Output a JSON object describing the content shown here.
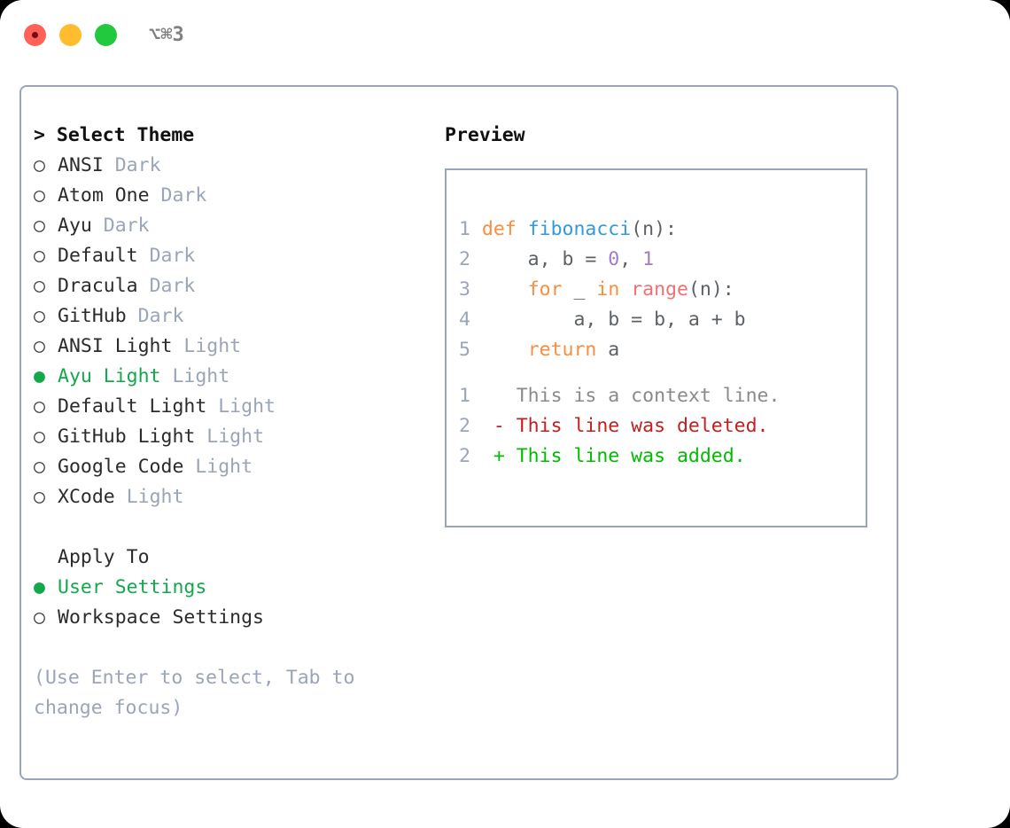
{
  "window": {
    "title": "⌥⌘3",
    "traffic_lights": [
      {
        "name": "close",
        "color": "#ff6159"
      },
      {
        "name": "minimize",
        "color": "#ffbd2e"
      },
      {
        "name": "maximize",
        "color": "#22c93e"
      }
    ]
  },
  "theme_picker": {
    "header": "> Select Theme",
    "marker_selected": "●",
    "marker_unselected": "○",
    "items": [
      {
        "marker": "○",
        "name": "ANSI",
        "variant": "Dark",
        "selected": false
      },
      {
        "marker": "○",
        "name": "Atom One",
        "variant": "Dark",
        "selected": false
      },
      {
        "marker": "○",
        "name": "Ayu",
        "variant": "Dark",
        "selected": false
      },
      {
        "marker": "○",
        "name": "Default",
        "variant": "Dark",
        "selected": false
      },
      {
        "marker": "○",
        "name": "Dracula",
        "variant": "Dark",
        "selected": false
      },
      {
        "marker": "○",
        "name": "GitHub",
        "variant": "Dark",
        "selected": false
      },
      {
        "marker": "○",
        "name": "ANSI Light",
        "variant": "Light",
        "selected": false
      },
      {
        "marker": "●",
        "name": "Ayu Light",
        "variant": "Light",
        "selected": true
      },
      {
        "marker": "○",
        "name": "Default Light",
        "variant": "Light",
        "selected": false
      },
      {
        "marker": "○",
        "name": "GitHub Light",
        "variant": "Light",
        "selected": false
      },
      {
        "marker": "○",
        "name": "Google Code",
        "variant": "Light",
        "selected": false
      },
      {
        "marker": "○",
        "name": "XCode",
        "variant": "Light",
        "selected": false
      }
    ]
  },
  "apply_to": {
    "header": "Apply To",
    "items": [
      {
        "marker": "●",
        "label": "User Settings",
        "selected": true
      },
      {
        "marker": "○",
        "label": "Workspace Settings",
        "selected": false
      }
    ]
  },
  "hint": "(Use Enter to select, Tab to change focus)",
  "preview": {
    "title": "Preview",
    "code_lines": [
      {
        "no": "1",
        "tokens": [
          {
            "t": "def ",
            "c": "kw"
          },
          {
            "t": "fibonacci",
            "c": "fn"
          },
          {
            "t": "(n):",
            "c": "punct"
          }
        ]
      },
      {
        "no": "2",
        "tokens": [
          {
            "t": "    a, b = ",
            "c": "plain"
          },
          {
            "t": "0",
            "c": "num"
          },
          {
            "t": ", ",
            "c": "plain"
          },
          {
            "t": "1",
            "c": "num"
          }
        ]
      },
      {
        "no": "3",
        "tokens": [
          {
            "t": "    ",
            "c": "plain"
          },
          {
            "t": "for",
            "c": "kw"
          },
          {
            "t": " _ ",
            "c": "plain"
          },
          {
            "t": "in",
            "c": "kw"
          },
          {
            "t": " ",
            "c": "plain"
          },
          {
            "t": "range",
            "c": "bi"
          },
          {
            "t": "(n):",
            "c": "punct"
          }
        ]
      },
      {
        "no": "4",
        "tokens": [
          {
            "t": "        a, b = b, a + b",
            "c": "plain"
          }
        ]
      },
      {
        "no": "5",
        "tokens": [
          {
            "t": "    ",
            "c": "plain"
          },
          {
            "t": "return",
            "c": "kw"
          },
          {
            "t": " a",
            "c": "plain"
          }
        ]
      }
    ],
    "diff_lines": [
      {
        "no": "1",
        "sign": " ",
        "text": "This is a context line.",
        "kind": "ctx"
      },
      {
        "no": "2",
        "sign": "-",
        "text": "This line was deleted.",
        "kind": "del"
      },
      {
        "no": "2",
        "sign": "+",
        "text": "This line was added.",
        "kind": "add"
      }
    ]
  },
  "colors": {
    "accent_green": "#12a84b",
    "muted": "#9aa5b8",
    "border": "#9aa5b8",
    "keyword": "#fa8d3e",
    "function": "#3199e1",
    "number": "#a37acc",
    "builtin": "#f07171",
    "diff_add": "#00bb00",
    "diff_del": "#c02020"
  }
}
